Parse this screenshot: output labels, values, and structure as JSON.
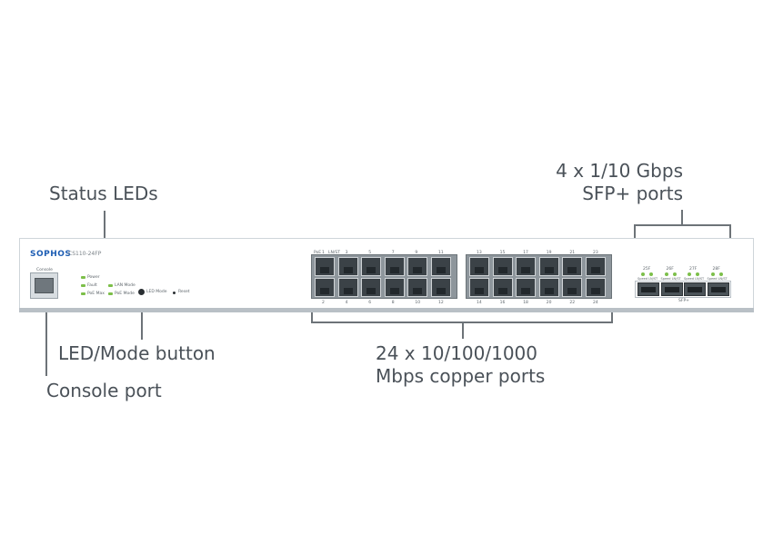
{
  "callouts": {
    "status_leds": "Status LEDs",
    "sfp_line1": "4 x 1/10 Gbps",
    "sfp_line2": "SFP+ ports",
    "led_mode_button": "LED/Mode button",
    "console_port": "Console port",
    "copper_line1": "24 x 10/100/1000",
    "copper_line2": "Mbps copper ports"
  },
  "device": {
    "brand": "SOPHOS",
    "model": "CS110-24FP",
    "console_label": "Console",
    "leds": {
      "power": "Power",
      "fault": "Fault",
      "poe_max": "PoE Max",
      "lan_mode": "LAN Mode",
      "poe_mode": "PoE Mode"
    },
    "led_mode_label": "LED Mode",
    "reset_label": "Reset",
    "copper_top_labels": [
      "1",
      "3",
      "5",
      "7",
      "9",
      "11",
      "13",
      "15",
      "17",
      "19",
      "21",
      "23"
    ],
    "copper_bottom_labels": [
      "2",
      "4",
      "6",
      "8",
      "10",
      "12",
      "14",
      "16",
      "18",
      "20",
      "22",
      "24"
    ],
    "copper_top_prefix": [
      "PoE",
      "LN/ST"
    ],
    "sfp_labels": [
      "25F",
      "26F",
      "27F",
      "28F"
    ],
    "sfp_speed_labels": [
      "Speed LN/ST",
      "Speed LN/ST",
      "Speed LN/ST",
      "Speed LN/ST"
    ],
    "sfp_group_label": "SFP+"
  },
  "colors": {
    "brand_blue": "#1d5db3",
    "led_green": "#7cbf49",
    "port_dark": "#3b4247"
  }
}
